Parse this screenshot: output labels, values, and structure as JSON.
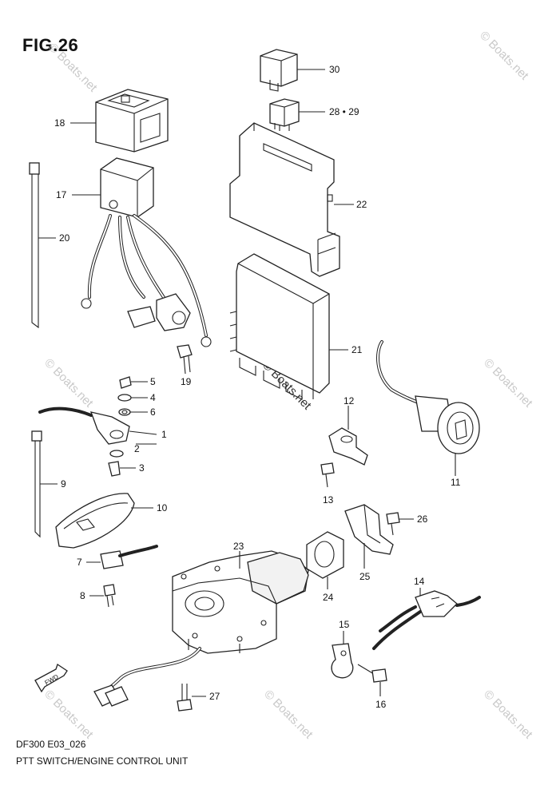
{
  "figure": {
    "title": "FIG.26",
    "model_code": "DF300 E03_026",
    "caption": "PTT SWITCH/ENGINE CONTROL UNIT"
  },
  "watermark": {
    "text": "© Boats.net"
  },
  "callouts": [
    {
      "id": "30",
      "label": "30"
    },
    {
      "id": "28-29",
      "label": "28 • 29"
    },
    {
      "id": "18",
      "label": "18"
    },
    {
      "id": "22",
      "label": "22"
    },
    {
      "id": "17",
      "label": "17"
    },
    {
      "id": "20",
      "label": "20"
    },
    {
      "id": "21",
      "label": "21"
    },
    {
      "id": "19",
      "label": "19"
    },
    {
      "id": "5",
      "label": "5"
    },
    {
      "id": "4",
      "label": "4"
    },
    {
      "id": "6",
      "label": "6"
    },
    {
      "id": "1",
      "label": "1"
    },
    {
      "id": "2",
      "label": "2"
    },
    {
      "id": "3",
      "label": "3"
    },
    {
      "id": "12",
      "label": "12"
    },
    {
      "id": "13",
      "label": "13"
    },
    {
      "id": "11",
      "label": "11"
    },
    {
      "id": "9",
      "label": "9"
    },
    {
      "id": "10",
      "label": "10"
    },
    {
      "id": "26",
      "label": "26"
    },
    {
      "id": "23",
      "label": "23"
    },
    {
      "id": "7",
      "label": "7"
    },
    {
      "id": "8",
      "label": "8"
    },
    {
      "id": "25",
      "label": "25"
    },
    {
      "id": "24",
      "label": "24"
    },
    {
      "id": "14",
      "label": "14"
    },
    {
      "id": "15",
      "label": "15"
    },
    {
      "id": "16",
      "label": "16"
    },
    {
      "id": "27",
      "label": "27"
    }
  ],
  "direction_marker": {
    "text": "FWD"
  }
}
